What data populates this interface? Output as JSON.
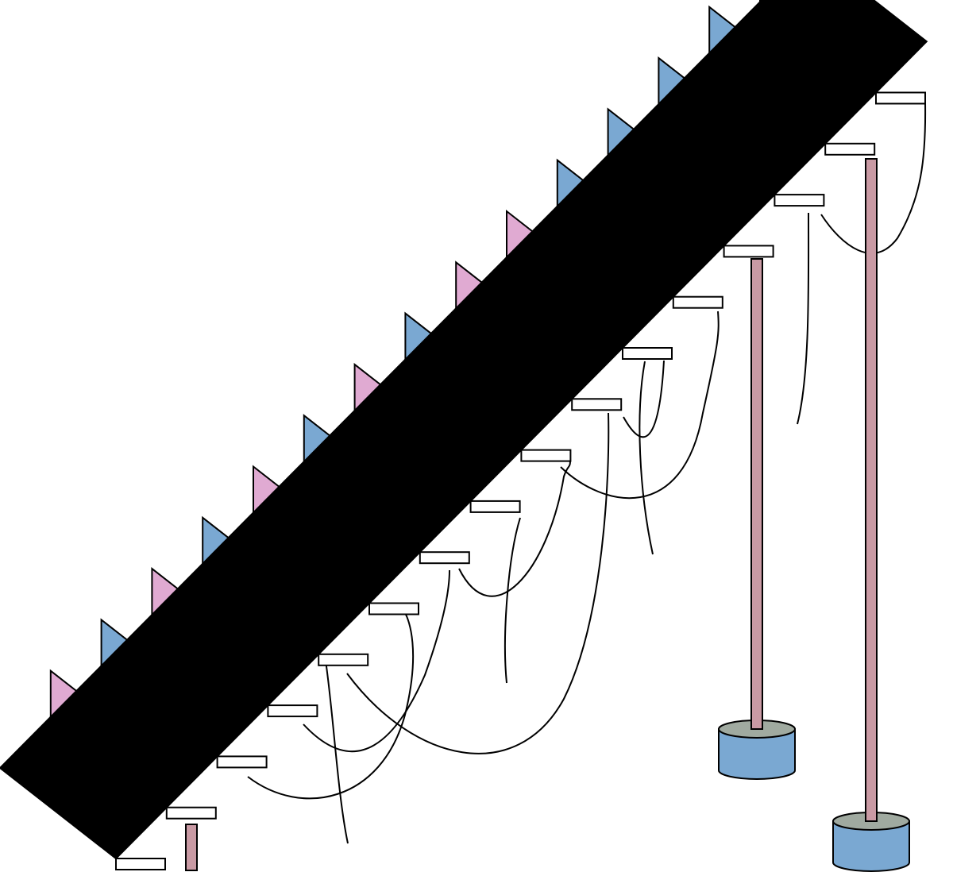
{
  "colors": {
    "blue": "#7aa8d2",
    "pink": "#e0aad2",
    "tread": "#000000",
    "nosing": "#ffffff",
    "post": "#c99aa4",
    "base_top": "#a0aaa0",
    "base_side": "#7aa8d2",
    "outline": "#000000"
  },
  "stairs": {
    "step_count": 16,
    "riser_colors": [
      "blue",
      "pink",
      "blue",
      "pink",
      "blue",
      "pink",
      "blue",
      "pink",
      "blue",
      "pink",
      "pink",
      "blue",
      "blue",
      "blue",
      "blue",
      "blue"
    ]
  }
}
